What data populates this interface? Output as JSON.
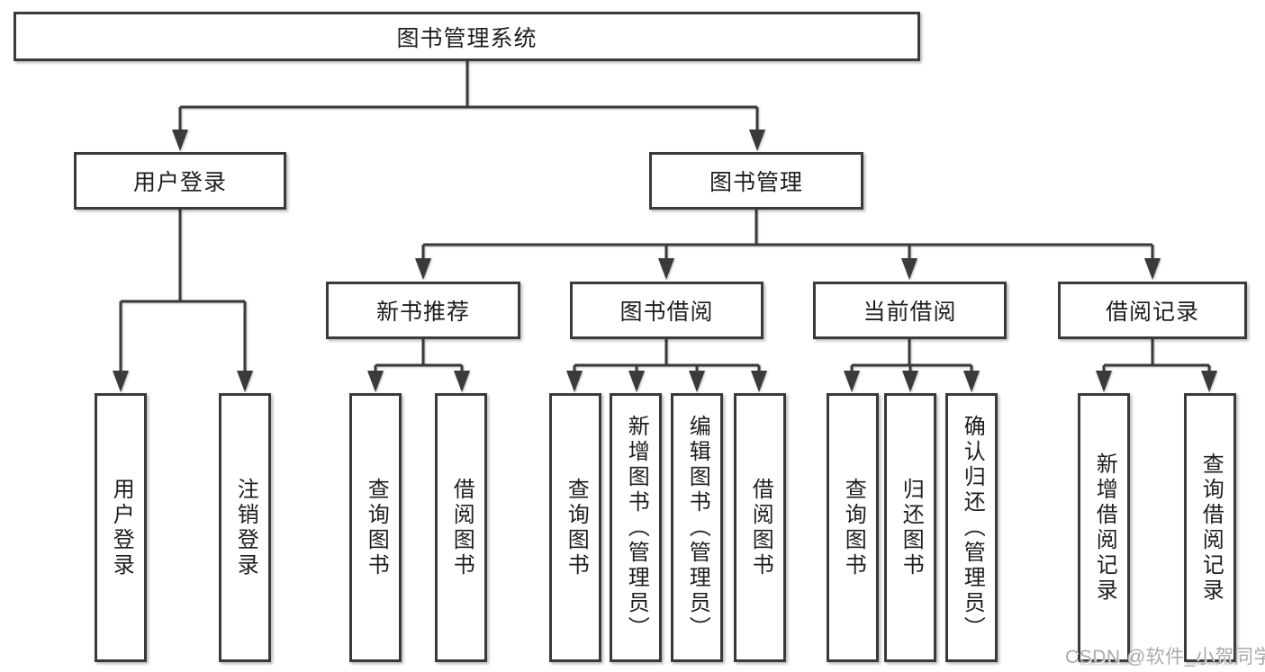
{
  "diagram": {
    "root": {
      "label": "图书管理系统"
    },
    "level2": {
      "user_login": {
        "label": "用户登录"
      },
      "book_management": {
        "label": "图书管理"
      }
    },
    "level3": {
      "new_book_recommend": {
        "label": "新书推荐"
      },
      "book_borrow": {
        "label": "图书借阅"
      },
      "current_borrow": {
        "label": "当前借阅"
      },
      "borrow_records": {
        "label": "借阅记录"
      }
    },
    "leaves": {
      "user_login": {
        "label": "用户登录"
      },
      "logout": {
        "label": "注销登录"
      },
      "nb_query_books": {
        "label": "查询图书"
      },
      "nb_borrow_books": {
        "label": "借阅图书"
      },
      "bb_query_books": {
        "label": "查询图书"
      },
      "bb_add_books": {
        "label": "新增图书（管理员）"
      },
      "bb_edit_books": {
        "label": "编辑图书（管理员）"
      },
      "bb_borrow_books": {
        "label": "借阅图书"
      },
      "cb_query_books": {
        "label": "查询图书"
      },
      "cb_return_books": {
        "label": "归还图书"
      },
      "cb_confirm_return": {
        "label": "确认归还（管理员）"
      },
      "br_add_record": {
        "label": "新增借阅记录"
      },
      "br_query_record": {
        "label": "查询借阅记录"
      }
    },
    "watermark": "CSDN @软件_小贺同学",
    "colors": {
      "line": "#3a3a3a",
      "text": "#1e1e1e",
      "background": "#ffffff",
      "watermark": "#aaaaaa"
    }
  }
}
